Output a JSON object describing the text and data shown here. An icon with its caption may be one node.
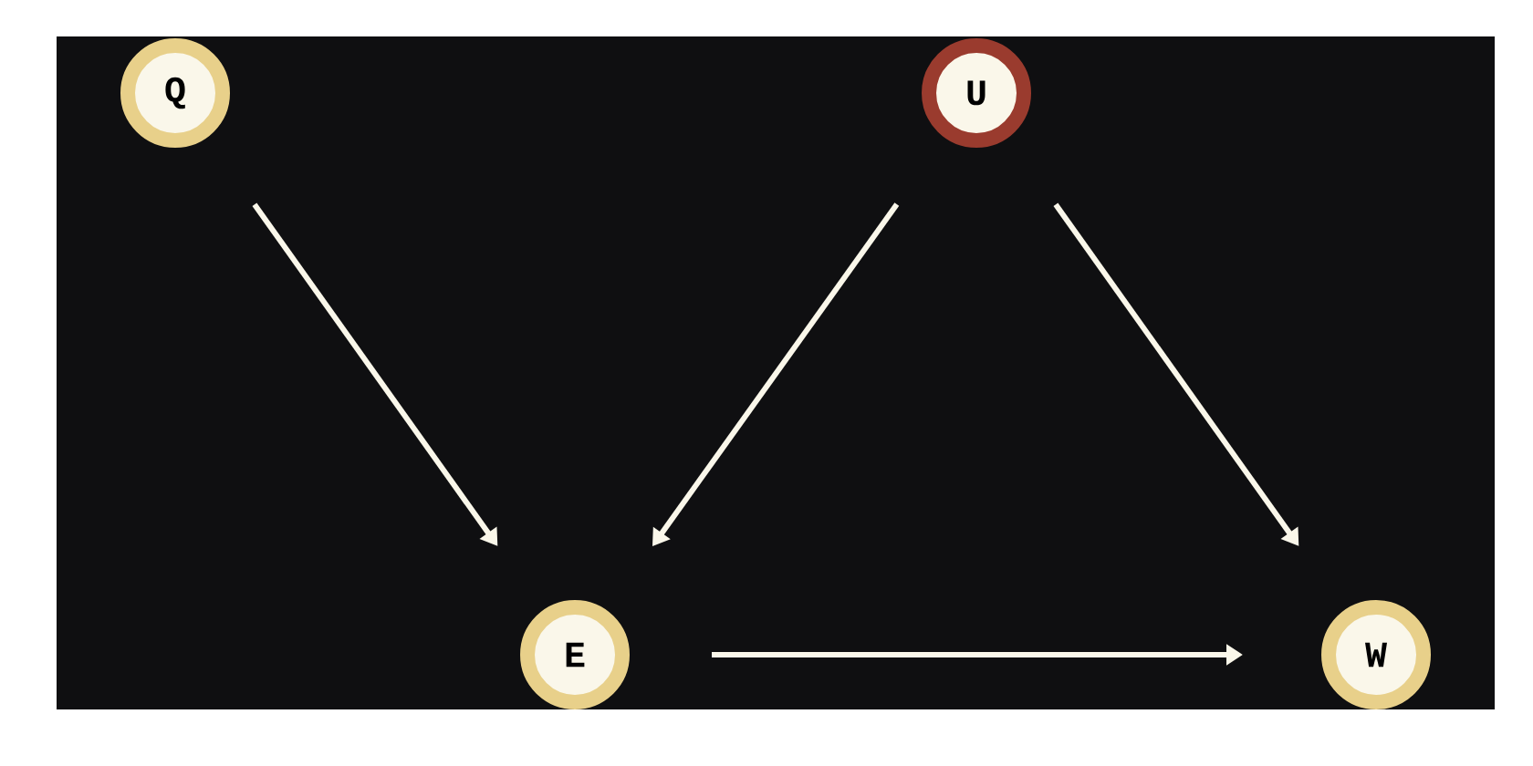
{
  "diagram": {
    "nodes": [
      {
        "text": [
          "Q"
        ]
      },
      {
        "text": [
          "U"
        ]
      },
      {
        "text": [
          "E"
        ]
      },
      {
        "text": [
          "W"
        ]
      }
    ],
    "edges": [
      {
        "from": 0,
        "to": 2,
        "arrow": "to"
      },
      {
        "from": 1,
        "to": 2,
        "arrow": "to"
      },
      {
        "from": 1,
        "to": 3,
        "arrow": "to"
      },
      {
        "from": 2,
        "to": 3,
        "arrow": "to"
      }
    ]
  }
}
